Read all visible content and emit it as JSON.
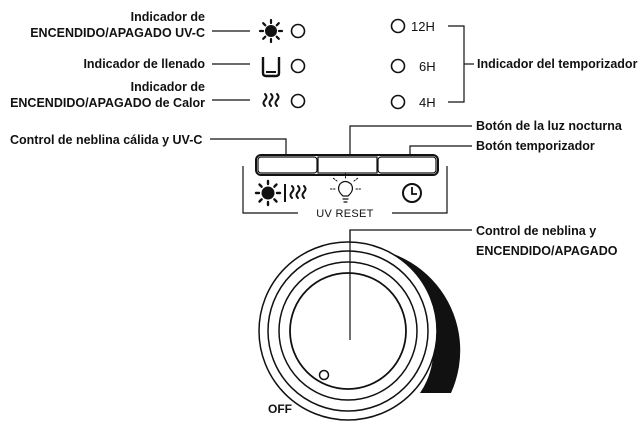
{
  "labels": {
    "uvc_indicator_1": "Indicador de",
    "uvc_indicator_2": "ENCENDIDO/APAGADO UV-C",
    "fill_indicator": "Indicador de llenado",
    "heat_indicator_1": "Indicador de",
    "heat_indicator_2": "ENCENDIDO/APAGADO de Calor",
    "timer_indicator": "Indicador del temporizador",
    "warm_mist_uvc_control": "Control de neblina cálida y UV-C",
    "night_light_button": "Botón de la luz nocturna",
    "timer_button": "Botón temporizador",
    "mist_control_1": "Control de neblina y",
    "mist_control_2": "ENCENDIDO/APAGADO"
  },
  "timer": {
    "t12": "12H",
    "t6": "6H",
    "t4": "4H"
  },
  "panel": {
    "uv_reset": "UV RESET"
  },
  "dial": {
    "off": "OFF"
  },
  "icons": {
    "uv": "sun-icon",
    "fill": "water-tank-icon",
    "heat": "heat-waves-icon",
    "night_light": "light-bulb-icon",
    "timer": "clock-icon"
  },
  "colors": {
    "ink": "#111111",
    "background": "#ffffff"
  }
}
